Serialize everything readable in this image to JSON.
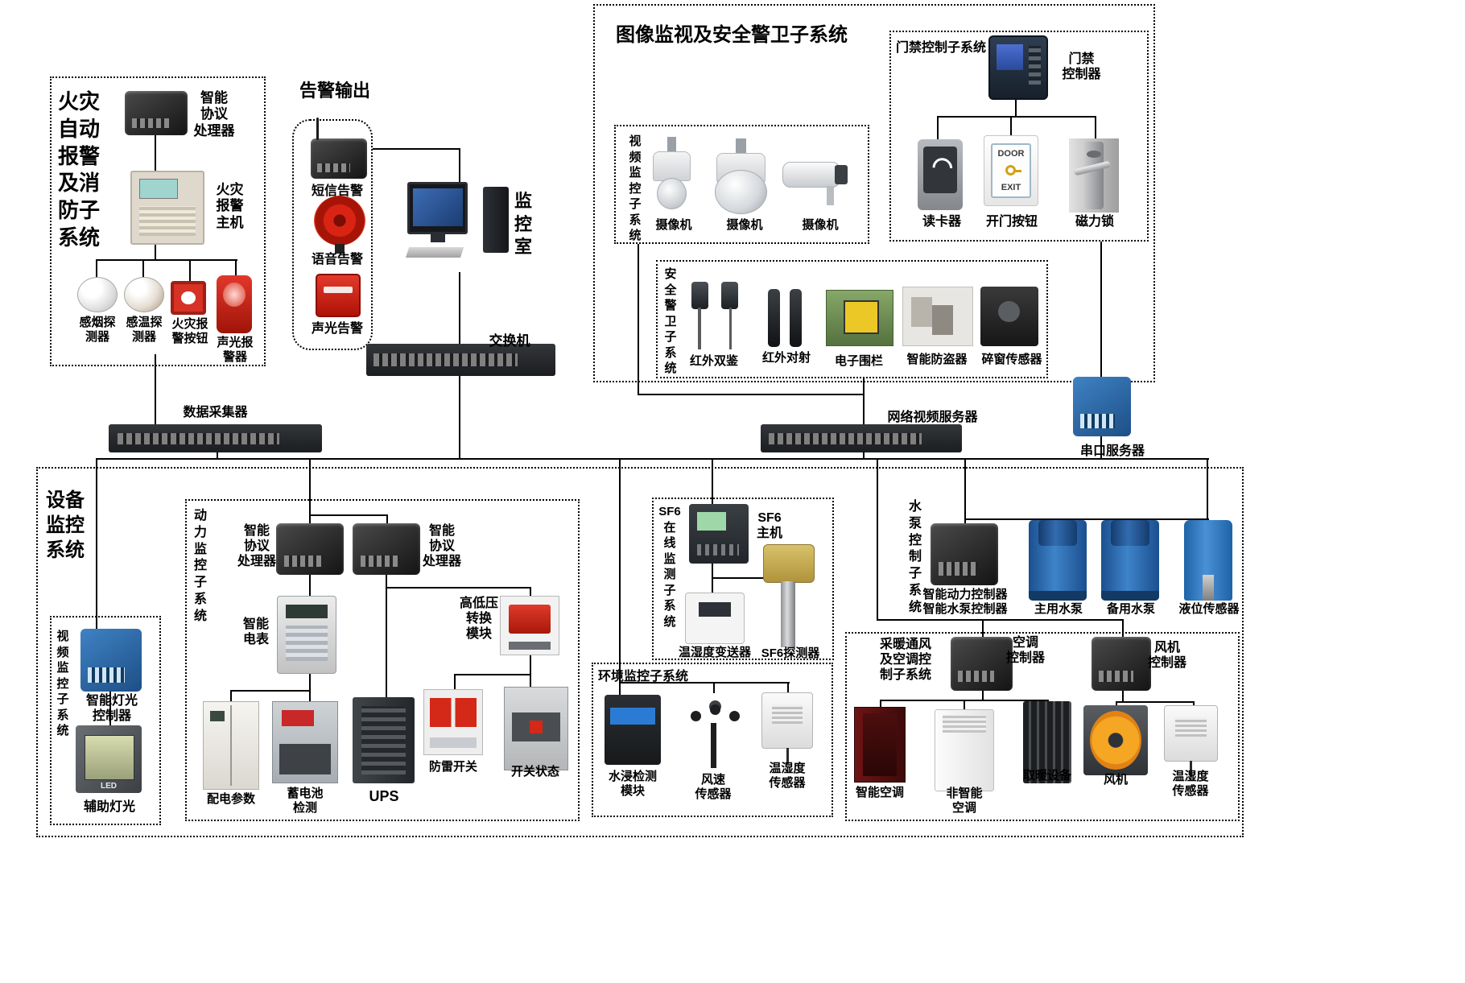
{
  "fire": {
    "title": "火灾\n自动\n报警\n及消\n防子\n系统",
    "processor": "智能\n协议\n处理器",
    "host": "火灾\n报警\n主机",
    "smoke": "感烟探\n测器",
    "temp": "感温探\n测器",
    "button": "火灾报\n警按钮",
    "sounder": "声光报\n警器"
  },
  "alarm_out": {
    "title": "告警输出",
    "sms": "短信告警",
    "voice": "语音告警",
    "av": "声光告警"
  },
  "monitor_room": "监\n控\n室",
  "core_switch": "交换机",
  "surveillance": {
    "title": "图像监视及安全警卫子系统",
    "video_title": "视\n频\n监\n控\n子\n系\n统",
    "cam1": "摄像机",
    "cam2": "摄像机",
    "cam3": "摄像机",
    "access_title": "门禁控制子系统",
    "access_ctrl": "门禁\n控制器",
    "reader": "读卡器",
    "exit_btn": "开门按钮",
    "exit_door": "DOOR",
    "exit_exit": "EXIT",
    "maglock": "磁力锁",
    "security_title": "安\n全\n警\n卫\n子\n系\n统",
    "ir_dual": "红外双鉴",
    "ir_beam": "红外对射",
    "fence": "电子围栏",
    "antitheft": "智能防盗器",
    "window_sensor": "碎窗传感器"
  },
  "collector": "数据采集器",
  "nvr": "网络视频服务器",
  "serial_server": "串口服务器",
  "equipment": {
    "title": "设备\n监控\n系统",
    "video_title": "视\n频\n监\n控\n子\n系\n统",
    "light_ctrl": "智能灯光\n控制器",
    "aux_light": "辅助灯光",
    "led": "LED",
    "power_title": "动\n力\n监\n控\n子\n系\n统",
    "proc_a": "智能\n协议\n处理器",
    "proc_b": "智能\n协议\n处理器",
    "meter": "智能\n电表",
    "hv_module": "高低压\n转换\n模块",
    "dist_params": "配电参数",
    "battery": "蓄电池\n检测",
    "ups": "UPS",
    "spd": "防雷开关",
    "breaker": "开关状态",
    "sf6_title": "SF6\n在\n线\n监\n测\n子\n系\n统",
    "sf6_host": "SF6\n主机",
    "th_transmitter": "温湿度变送器",
    "sf6_detector": "SF6探测器",
    "env_title": "环境监控子系统",
    "water_module": "水浸检测\n模块",
    "wind_sensor": "风速\n传感器",
    "th_sensor1": "温湿度\n传感器",
    "pump_title": "水\n泵\n控\n制\n子\n系\n统",
    "pump_ctrl": "智能动力控制器\n智能水泵控制器",
    "pump_main": "主用水泵",
    "pump_backup": "备用水泵",
    "level_sensor": "液位传感器",
    "hvac_title": "采暖通风\n及空调控\n制子系统",
    "ac_ctrl": "空调\n控制器",
    "fan_ctrl": "风机\n控制器",
    "ac_smart": "智能空调",
    "ac_plain": "非智能\n空调",
    "heater": "取暖设备",
    "fan": "风机",
    "th_sensor2": "温湿度\n传感器"
  }
}
